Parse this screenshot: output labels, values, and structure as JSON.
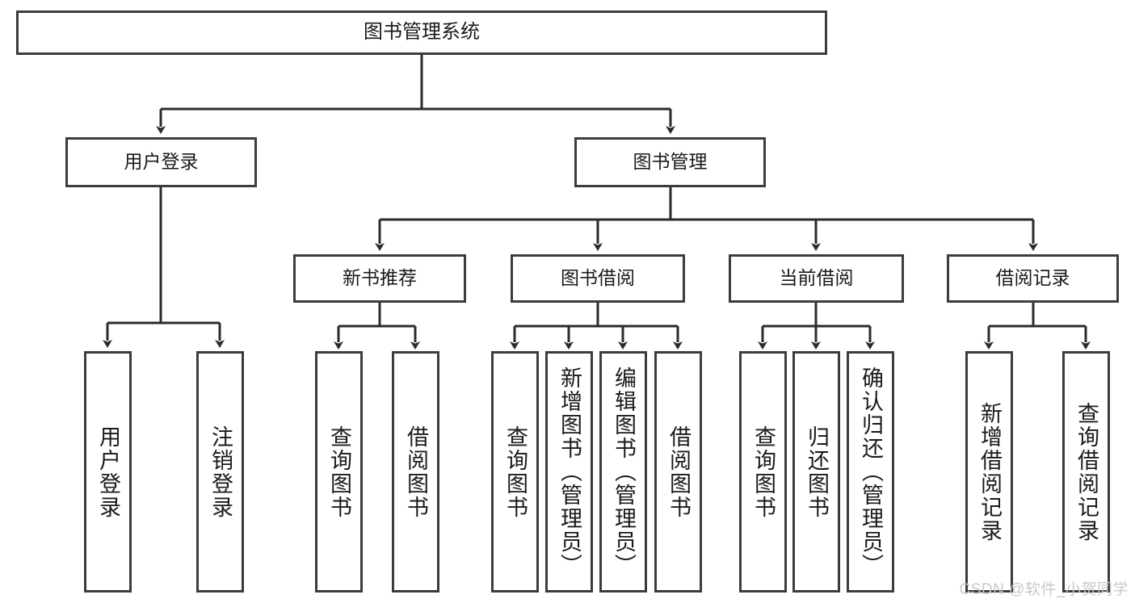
{
  "diagram": {
    "title": "图书管理系统",
    "root": {
      "label": "图书管理系统"
    },
    "level2": [
      {
        "label": "用户登录"
      },
      {
        "label": "图书管理"
      }
    ],
    "level3": [
      {
        "label": "新书推荐"
      },
      {
        "label": "图书借阅"
      },
      {
        "label": "当前借阅"
      },
      {
        "label": "借阅记录"
      }
    ],
    "leaves": {
      "user_login": [
        {
          "label": "用户登录"
        },
        {
          "label": "注销登录"
        }
      ],
      "new_book_recommend": [
        {
          "label": "查询图书"
        },
        {
          "label": "借阅图书"
        }
      ],
      "book_borrow": [
        {
          "label": "查询图书"
        },
        {
          "label": "新增图书（管理员）"
        },
        {
          "label": "编辑图书（管理员）"
        },
        {
          "label": "借阅图书"
        }
      ],
      "current_borrow": [
        {
          "label": "查询图书"
        },
        {
          "label": "归还图书"
        },
        {
          "label": "确认归还（管理员）"
        }
      ],
      "borrow_record": [
        {
          "label": "新增借阅记录"
        },
        {
          "label": "查询借阅记录"
        }
      ]
    }
  },
  "watermark": {
    "text": "CSDN @软件_小贺同学"
  },
  "colors": {
    "border": "#3c3c3c",
    "background": "#ffffff",
    "text": "#1a1a1a",
    "watermark": "#c9c9c9"
  }
}
